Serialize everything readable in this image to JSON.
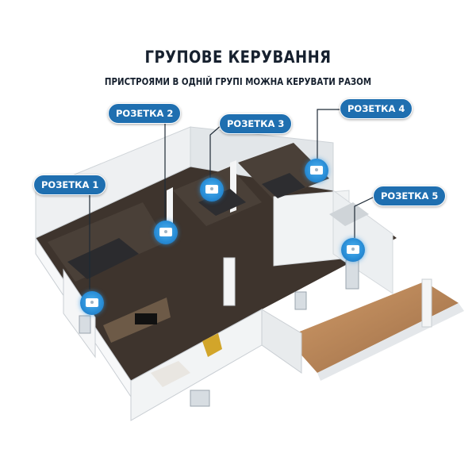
{
  "header": {
    "title": "ГРУПОВЕ КЕРУВАННЯ",
    "subtitle": "ПРИСТРОЯМИ В ОДНІЙ ГРУПІ МОЖНА КЕРУВАТИ РАЗОМ"
  },
  "sockets": [
    {
      "label": "РОЗЕТКА 1",
      "icon": "smart-plug-icon"
    },
    {
      "label": "РОЗЕТКА 2",
      "icon": "smart-plug-icon"
    },
    {
      "label": "РОЗЕТКА 3",
      "icon": "smart-plug-icon"
    },
    {
      "label": "РОЗЕТКА 4",
      "icon": "smart-plug-icon"
    },
    {
      "label": "РОЗЕТКА 5",
      "icon": "smart-plug-icon"
    }
  ],
  "colors": {
    "badge": "#1f6fb0",
    "title": "#16202e",
    "floor": "#3e342d",
    "wall": "#e9ecee"
  }
}
